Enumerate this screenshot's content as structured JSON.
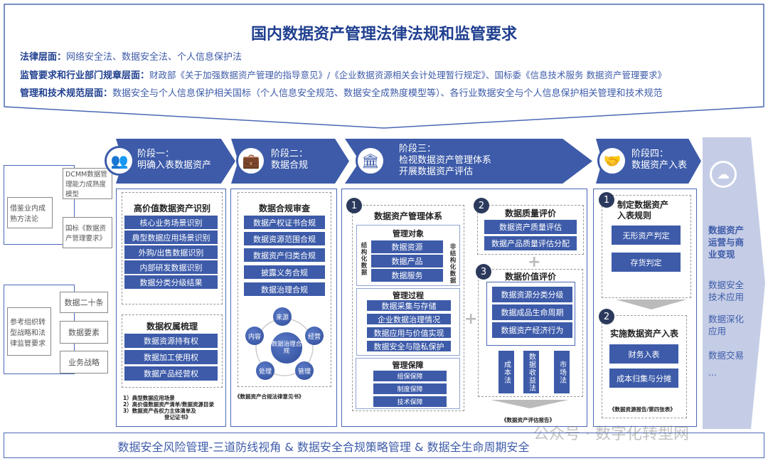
{
  "header": {
    "title": "国内数据资产管理法律法规和监管要求",
    "lines": [
      {
        "label": "法律层面：",
        "text": "网络安全法、数据安全法、个人信息保护法"
      },
      {
        "label": "监管要求和行业部门规章层面：",
        "text": "财政部《关于加强数据资产管理的指导意见》/《企业数据资源相关会计处理暂行规定》、国标委《信息技术服务 数据资产管理要求》"
      },
      {
        "label": "管理和技术规范层面：",
        "text": "数据安全与个人信息保护相关国标（个人信息安全规范、数据安全成熟度模型等）、各行业数据安全与个人信息保护相关管理和技术规范"
      }
    ]
  },
  "left": {
    "group1": {
      "source": "借鉴业内成熟方法论",
      "items": [
        "DCMM数据管理能力成熟度模型",
        "国标《数据资产管理要求》"
      ]
    },
    "group2": {
      "source": "参考组织转型战略和法律监管要求",
      "items": [
        "数据二十条",
        "数据要素",
        "业务战略"
      ]
    }
  },
  "stages": [
    {
      "label": "阶段一：",
      "title": "明确入表数据资产"
    },
    {
      "label": "阶段二：",
      "title": "数据合规"
    },
    {
      "label": "阶段三：",
      "title": "检视数据资产管理体系",
      "title2": "开展数据资产评估"
    },
    {
      "label": "阶段四：",
      "title": "数据资产入表"
    }
  ],
  "stage1": {
    "box1_title": "高价值数据资产识别",
    "box1_items": [
      "核心业务场景识别",
      "典型数据应用场景识别",
      "外购/出售数据识别",
      "内部研发数据识别",
      "数据分类分级结果"
    ],
    "box2_title": "数据权属梳理",
    "box2_items": [
      "数据资源持有权",
      "数据加工使用权",
      "数据产品经营权"
    ],
    "notes": [
      "1）典型数据应用场景",
      "2）高价值数据资产清单/数据资源目录",
      "3）数据资产各权力主体清单及",
      "登记证书》"
    ]
  },
  "stage2": {
    "title": "数据合规审查",
    "items": [
      "数据产权证书合规",
      "数据资源范围合规",
      "数据资产归类合规",
      "披露义务合规",
      "数据治理合规"
    ],
    "center": "数据治理合规",
    "ring": [
      "来源",
      "经营",
      "管理",
      "处理",
      "内容"
    ],
    "output": "《数据资产合规法律意见书》"
  },
  "stage3": {
    "s1": {
      "num": "1",
      "title": "管理体系",
      "full_title": "数据资产管理体系",
      "object_title": "管理对象",
      "objects": [
        "数据资源",
        "数据产品",
        "数据服务"
      ],
      "left_side": "结构化数据",
      "right_side": "非结构化数据",
      "process_title": "管理过程",
      "processes": [
        "数据采集与存储",
        "企业数据治理情况",
        "数据应用与价值实现",
        "数据安全与隐私保护"
      ],
      "guarantee_title": "管理保障",
      "guarantees": [
        "组保保障",
        "制度保障",
        "技术保障"
      ]
    },
    "s2": {
      "num": "2",
      "title": "数据质量评价",
      "items": [
        "数据资产质量评估",
        "数据产品质量评估分配"
      ]
    },
    "s3": {
      "num": "3",
      "title": "数据价值评价",
      "items": [
        "数据资源分类分级",
        "数据成品生命周期",
        "数据资产经济行为"
      ],
      "methods": [
        "成本法",
        "数据收益法",
        "市场法"
      ]
    },
    "output": "《数据资产评估报告》"
  },
  "stage4": {
    "s1": {
      "num": "1",
      "title": "制定数据资产入表规则",
      "items": [
        "无形资产判定",
        "存货判定"
      ]
    },
    "s2": {
      "num": "2",
      "title": "实施数据资产入表",
      "items": [
        "财务入表",
        "成本归集与分摊"
      ]
    },
    "output": "《数据资源报告/第四张表》"
  },
  "right": {
    "main": "数据资产运营与商业变现",
    "items": [
      "数据安全技术应用",
      "数据深化应用",
      "数据交易",
      "..."
    ]
  },
  "footer": {
    "text": "数据安全风险管理-三道防线视角 & 数据安全合规策略管理 & 数据全生命周期安全"
  },
  "watermark": "公众号 · 数字化转型网",
  "colors": {
    "primary": "#3d5ba9",
    "title": "#1f3f8f",
    "sidebar": "#c5cde6"
  }
}
